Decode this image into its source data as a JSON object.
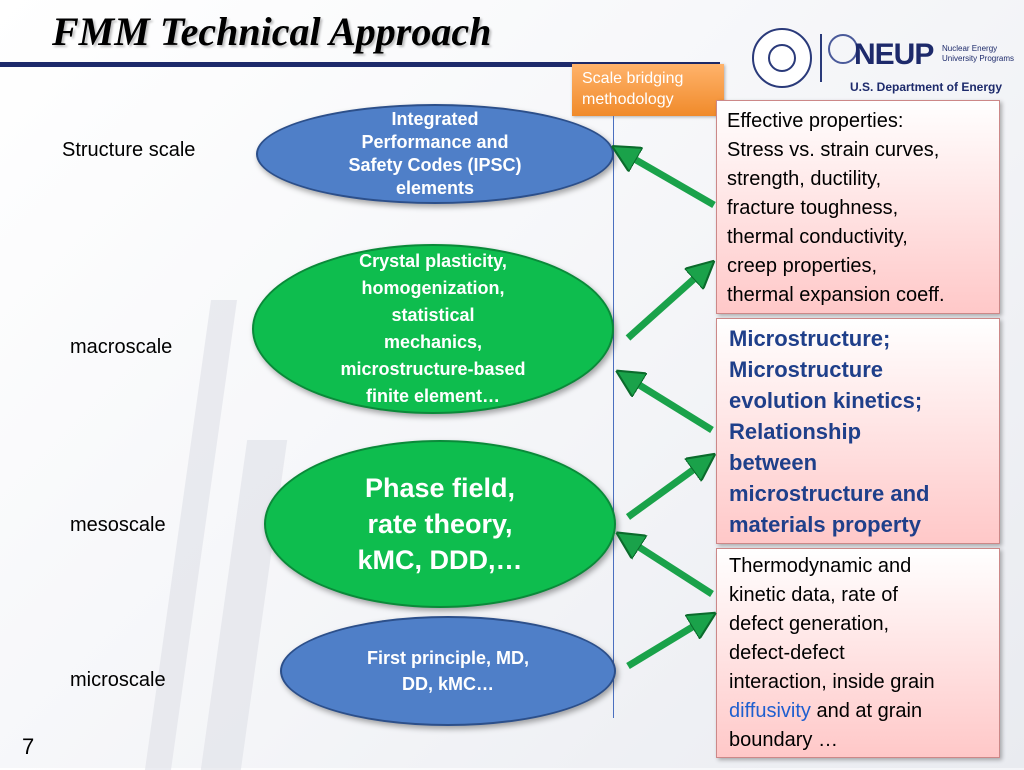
{
  "slide": {
    "title": "FMM Technical Approach",
    "page_number": "7"
  },
  "logos": {
    "neup_wordmark": "NEUP",
    "neup_subtitle": "Nuclear Energy University Programs",
    "doe_name": "U.S. Department of Energy"
  },
  "bridge_box": {
    "label": "Scale bridging methodology"
  },
  "scale_labels": {
    "structure": "Structure scale",
    "macro": "macroscale",
    "meso": "mesoscale",
    "micro": "microscale"
  },
  "methods": {
    "ipsc": [
      "Integrated",
      "Performance and",
      "Safety Codes (IPSC)",
      "elements"
    ],
    "crystal": [
      "Crystal plasticity,",
      "homogenization,",
      "statistical",
      "mechanics,",
      "microstructure-based",
      "finite element…"
    ],
    "phase": [
      "Phase field,",
      "rate theory,",
      "kMC, DDD,…"
    ],
    "first": [
      "First principle, MD,",
      "DD, kMC…"
    ]
  },
  "properties": {
    "effective": [
      "Effective properties:",
      "Stress vs. strain curves,",
      "strength, ductility,",
      "fracture toughness,",
      "thermal conductivity,",
      "creep properties,",
      "thermal expansion coeff."
    ],
    "microstructure": [
      "Microstructure;",
      "Microstructure",
      "evolution kinetics;",
      "Relationship",
      "between",
      "microstructure and",
      "materials property"
    ],
    "thermo": {
      "lines": [
        "Thermodynamic and",
        "kinetic data, rate of",
        "defect generation,",
        "defect-defect",
        "interaction, inside grain"
      ],
      "highlight": "diffusivity",
      "after_highlight": " and at grain",
      "last_line": "boundary …"
    }
  },
  "colors": {
    "title_rule": "#1d2a6b",
    "arrow": "#1aa24a",
    "blue_ellipse": "#4f7fc8",
    "green_ellipse": "#0ebd4e",
    "bridge_box": "#f59a3c",
    "micro_text": "#1f3f8a",
    "highlight": "#1f5fcf"
  }
}
